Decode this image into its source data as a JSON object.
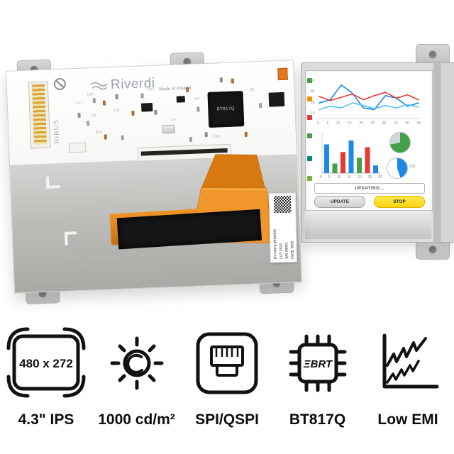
{
  "product": {
    "pcb": {
      "brand": "Riverdi",
      "origin": "Made in Poland",
      "bus_label": "RiBUS",
      "chip_label": "BT817Q",
      "component_refs": [
        "C20",
        "C33",
        "R12",
        "L4",
        "U2",
        "C42",
        "R10",
        "C17",
        "Q1",
        "C6"
      ],
      "sticker": {
        "line1": "RVT43HLBFWN00",
        "line2": "LOT 2022",
        "line3": "S/N 00001",
        "line4": "DATE 2052"
      }
    },
    "screen_demo": {
      "legend_colors": [
        "#43a047",
        "#fb8c00",
        "#e53935",
        "#43a047",
        "#00897b",
        "#7cb342"
      ],
      "line_chart": {
        "type": "line",
        "xticks": [
          "0",
          "5",
          "10",
          "15",
          "20",
          "25",
          "30",
          "35",
          "40",
          "45"
        ],
        "yticks": [
          "40",
          "30",
          "20",
          "10"
        ],
        "ylim": [
          0,
          45
        ],
        "series": [
          {
            "name": "blue",
            "color": "#1e88e5",
            "values": [
              18,
              22,
              40,
              30,
              12,
              10,
              27,
              24,
              14,
              18
            ]
          },
          {
            "name": "red",
            "color": "#e53935",
            "values": [
              26,
              21,
              25,
              29,
              22,
              27,
              31,
              24,
              28,
              22
            ]
          },
          {
            "name": "cyan",
            "color": "#4fc3f7",
            "values": [
              10,
              14,
              12,
              18,
              15,
              11,
              15,
              12,
              16,
              13
            ]
          }
        ]
      },
      "bar_chart": {
        "type": "bar",
        "xticks": [
          "0",
          "5",
          "10",
          "15",
          "20",
          "25",
          "30"
        ],
        "ylim": [
          0,
          40
        ],
        "values": [
          30,
          10,
          22,
          34,
          16,
          27,
          8
        ],
        "colors": [
          "#1e88e5",
          "#43a047",
          "#e53935",
          "#1e88e5",
          "#43a047",
          "#e53935",
          "#1e88e5"
        ]
      },
      "pie1": {
        "type": "pie",
        "color": "#43a047",
        "rest_color": "#cfd8dc",
        "percent": 72
      },
      "pie2": {
        "type": "pie",
        "color": "#1e88e5",
        "rest_color": "#ffffff",
        "percent": 45,
        "label": "100"
      },
      "progress_label": "UPDATING...",
      "update_button": "UPDATE",
      "stop_button": "STOP"
    }
  },
  "features": [
    {
      "icon": "display-resolution-icon",
      "icon_text": "480 x 272",
      "label": "4.3\" IPS"
    },
    {
      "icon": "brightness-sun-icon",
      "label": "1000 cd/m²"
    },
    {
      "icon": "connector-port-icon",
      "label": "SPI/QSPI"
    },
    {
      "icon": "chip-icon",
      "chip_text": "ΞBRT",
      "label": "BT817Q"
    },
    {
      "icon": "low-emi-graph-icon",
      "label": "Low EMI"
    }
  ]
}
